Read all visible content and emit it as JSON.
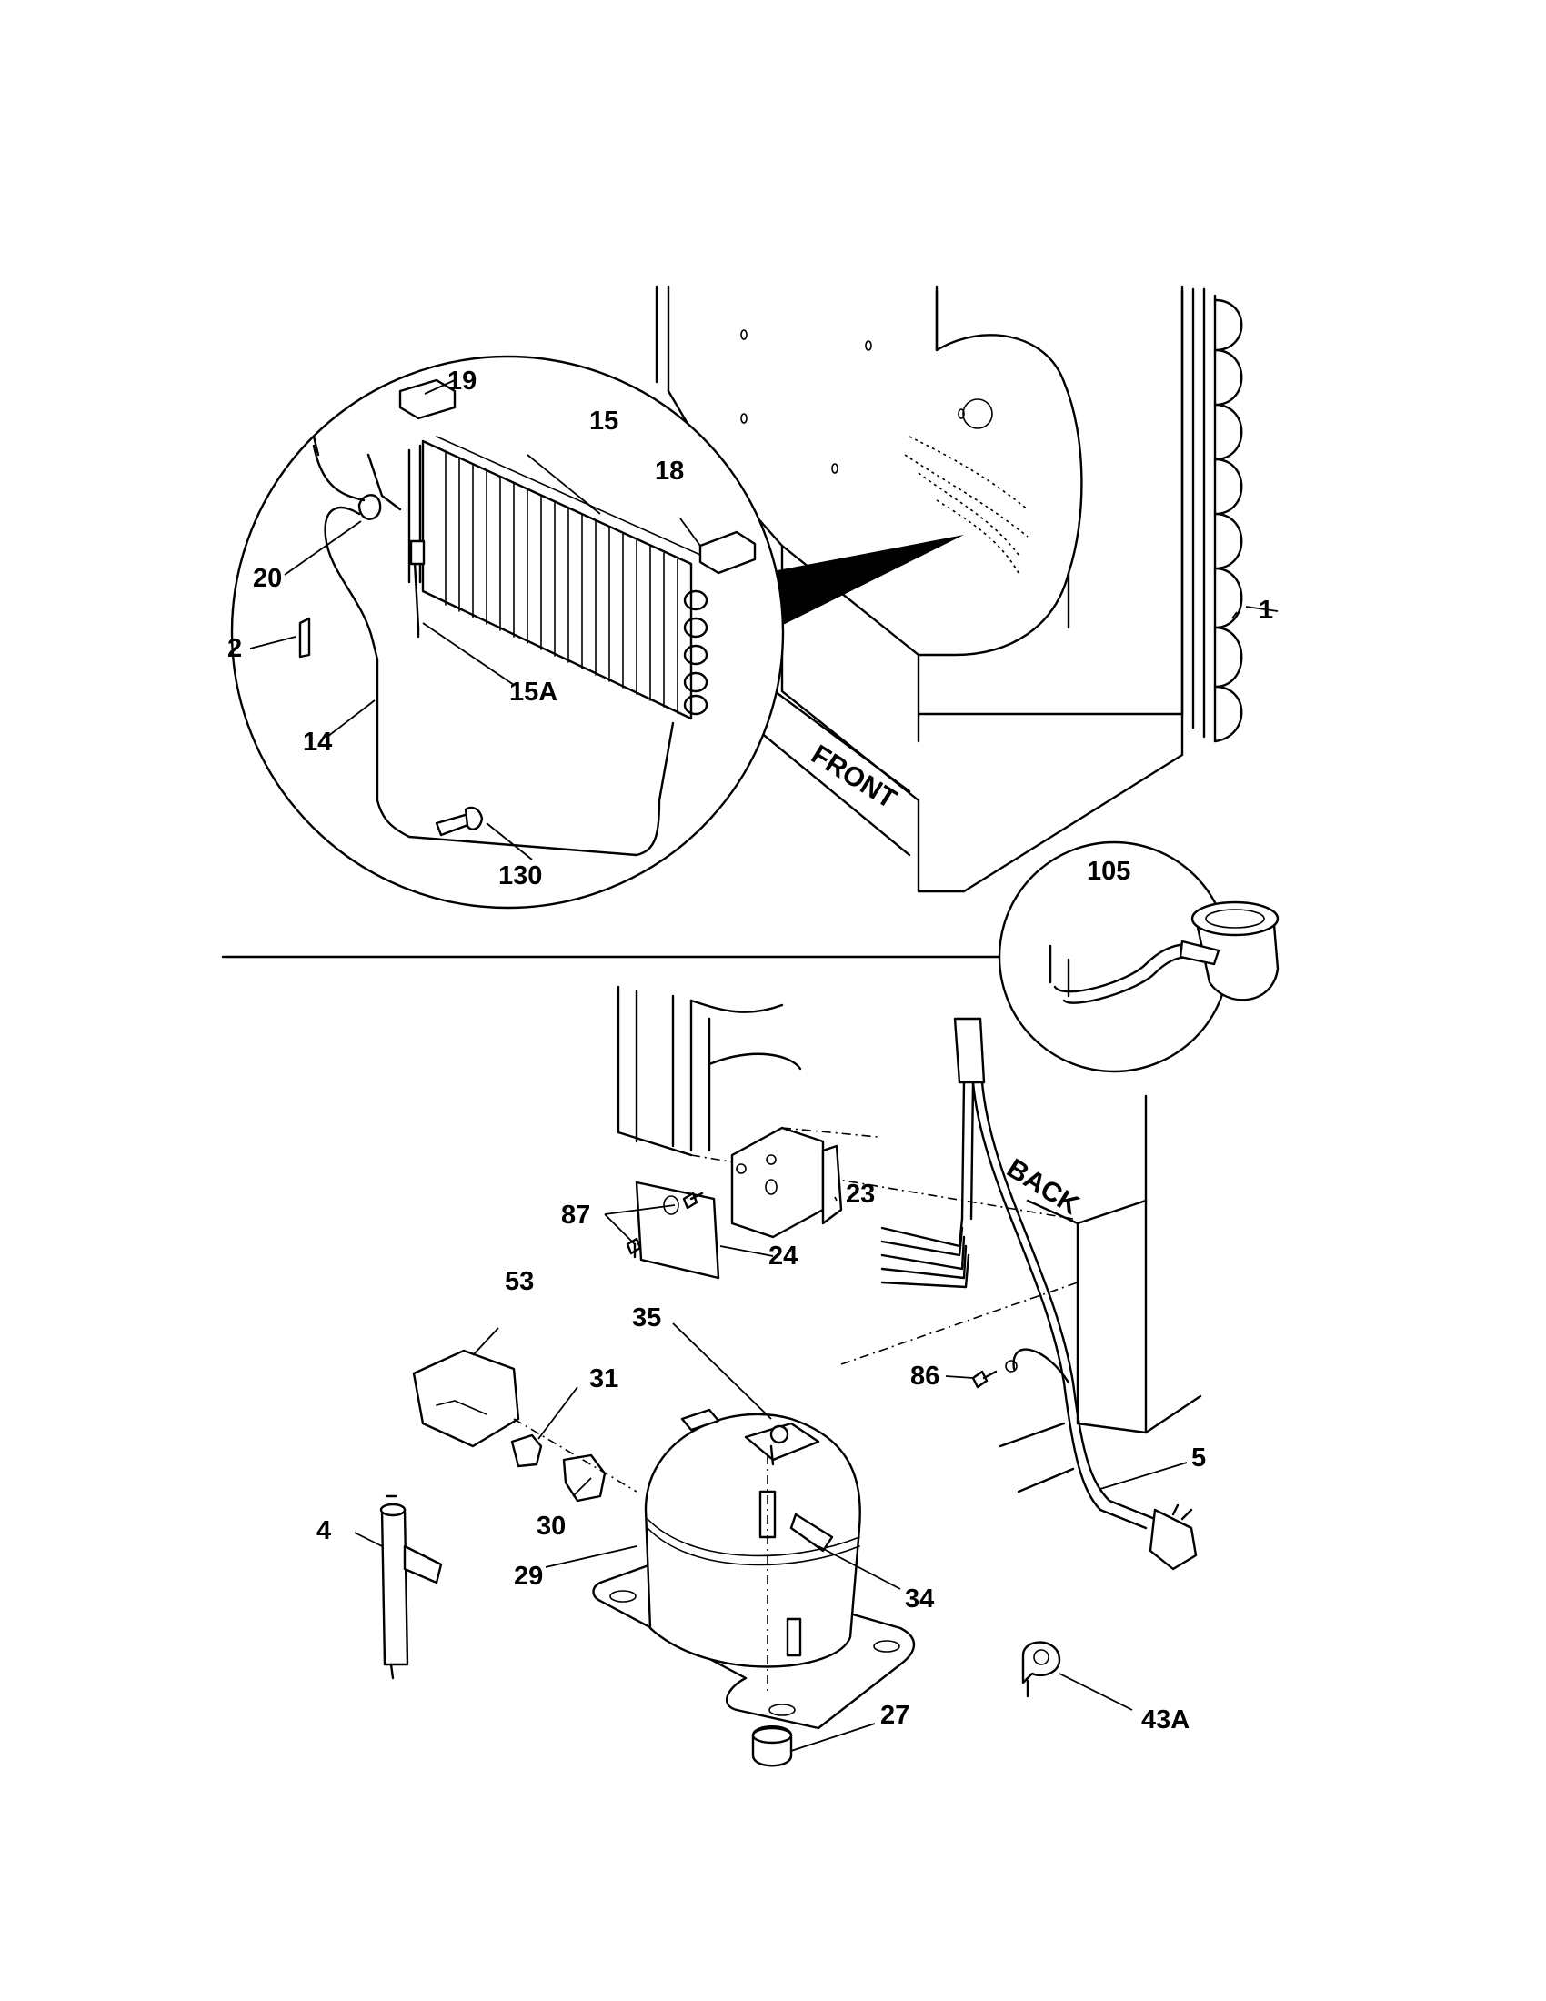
{
  "words": {
    "front": "FRONT",
    "back": "BACK"
  },
  "labels": {
    "p1": "1",
    "p2": "2",
    "p4": "4",
    "p5": "5",
    "p14": "14",
    "p15": "15",
    "p15a": "15A",
    "p18": "18",
    "p19": "19",
    "p20": "20",
    "p23": "23",
    "p24": "24",
    "p27": "27",
    "p29": "29",
    "p30": "30",
    "p31": "31",
    "p34": "34",
    "p35": "35",
    "p43a": "43A",
    "p53": "53",
    "p86": "86",
    "p87": "87",
    "p105": "105",
    "p130": "130"
  }
}
